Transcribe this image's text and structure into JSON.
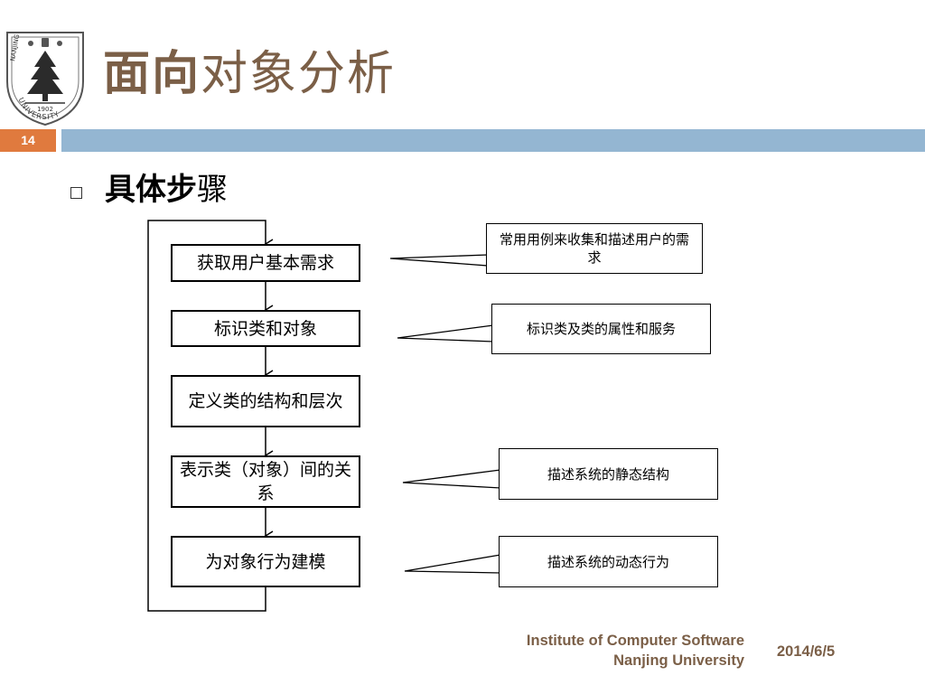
{
  "header": {
    "title_bold": "面向",
    "title_rest": "对象分析",
    "slide_number": "14"
  },
  "logo": {
    "upper_text": "NANJING",
    "lower_text": "UNIVERSITY",
    "year": "1902"
  },
  "content": {
    "heading_bold": "具体步",
    "heading_rest": "骤"
  },
  "flow": {
    "steps": [
      "获取用户基本需求",
      "标识类和对象",
      "定义类的结构和层次",
      "表示类（对象）间的关系",
      "为对象行为建模"
    ],
    "notes": [
      "常用用例来收集和描述用户的需求",
      "标识类及类的属性和服务",
      "描述系统的静态结构",
      "描述系统的动态行为"
    ]
  },
  "footer": {
    "institute": "Institute of Computer Software",
    "university": "Nanjing University",
    "date": "2014/6/5"
  },
  "colors": {
    "title": "#7b5f47",
    "accent_orange": "#e07a3e",
    "band_blue": "#94b6d2"
  }
}
